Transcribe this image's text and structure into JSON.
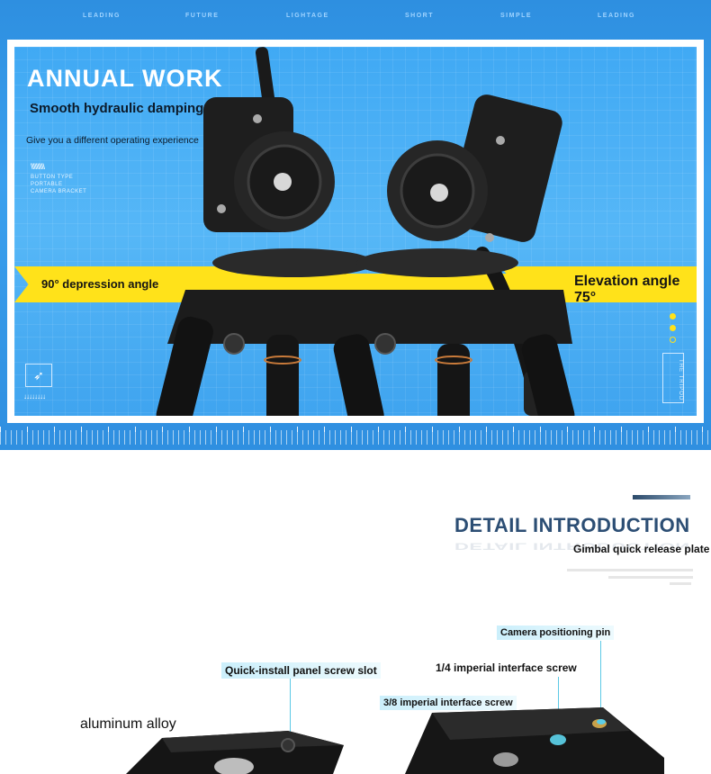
{
  "banner": {
    "nav": [
      "LEADING",
      "FUTURE",
      "LIGHTAGE",
      "SHORT",
      "SIMPLE",
      "LEADING"
    ],
    "title": "ANNUAL WORK",
    "subtitle": "Smooth hydraulic damping",
    "tagline": "Give you a different operating experience",
    "hatch": "\\\\\\\\\\\\\\\\\\\\",
    "features": [
      "BUTTON TYPE",
      "PORTABLE",
      "CAMERA BRACKET"
    ],
    "angle_left": "90° depression angle",
    "angle_right": "Elevation angle 75°",
    "arrows": "↓↓↓↓↓↓↓↓",
    "tripod_label": "THE TRIPOD",
    "rocket_icon": "rocket-icon",
    "accent_color": "#ffe21a",
    "brand_blue": "#3aa0ee"
  },
  "detail": {
    "heading": "DETAIL INTRODUCTION",
    "subheading": "Gimbal quick release plate",
    "callouts": {
      "camera_pin": "Camera positioning pin",
      "quarter_screw": "1/4 imperial interface screw",
      "three_eighth_screw": "3/8 imperial interface screw",
      "screw_slot": "Quick-install panel screw slot",
      "aluminum": "aluminum alloy"
    },
    "heading_color": "#2c4e74"
  }
}
